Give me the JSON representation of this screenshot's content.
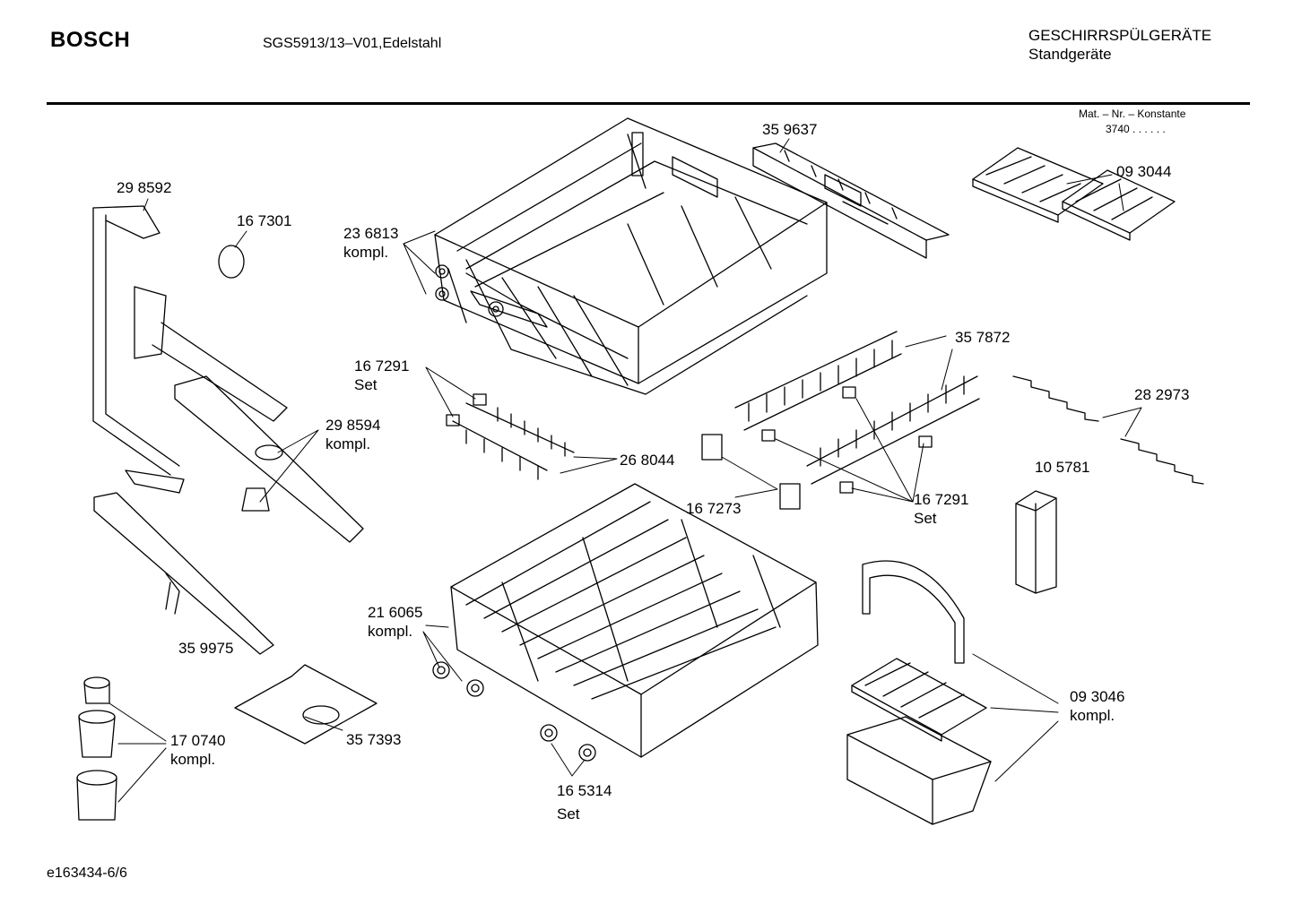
{
  "header": {
    "brand": "BOSCH",
    "model": "SGS5913/13–V01,Edelstahl",
    "category_line1": "GESCHIRRSPÜLGERÄTE",
    "category_line2": "Standgeräte",
    "mat_label": "Mat. – Nr. – Konstante",
    "mat_value": "3740  .  .   .  .  .  ."
  },
  "footer": {
    "doc_id": "e163434-6/6"
  },
  "parts": [
    {
      "id": "p298592",
      "number": "29 8592",
      "note": ""
    },
    {
      "id": "p167301",
      "number": "16 7301",
      "note": ""
    },
    {
      "id": "p236813",
      "number": "23 6813",
      "note": "kompl."
    },
    {
      "id": "p359637",
      "number": "35 9637",
      "note": ""
    },
    {
      "id": "p093044",
      "number": "09 3044",
      "note": ""
    },
    {
      "id": "p357872",
      "number": "35 7872",
      "note": ""
    },
    {
      "id": "p167291a",
      "number": "16 7291",
      "note": "Set"
    },
    {
      "id": "p282973",
      "number": "28 2973",
      "note": ""
    },
    {
      "id": "p298594",
      "number": "29 8594",
      "note": "kompl."
    },
    {
      "id": "p268044",
      "number": "26 8044",
      "note": ""
    },
    {
      "id": "p105781",
      "number": "10 5781",
      "note": ""
    },
    {
      "id": "p167273",
      "number": "16 7273",
      "note": ""
    },
    {
      "id": "p167291b",
      "number": "16 7291",
      "note": "Set"
    },
    {
      "id": "p216065",
      "number": "21 6065",
      "note": "kompl."
    },
    {
      "id": "p359975",
      "number": "35 9975",
      "note": ""
    },
    {
      "id": "p093046",
      "number": "09 3046",
      "note": "kompl."
    },
    {
      "id": "p170740",
      "number": "17 0740",
      "note": "kompl."
    },
    {
      "id": "p357393",
      "number": "35 7393",
      "note": ""
    },
    {
      "id": "p165314",
      "number": "16 5314",
      "note": "Set"
    }
  ]
}
